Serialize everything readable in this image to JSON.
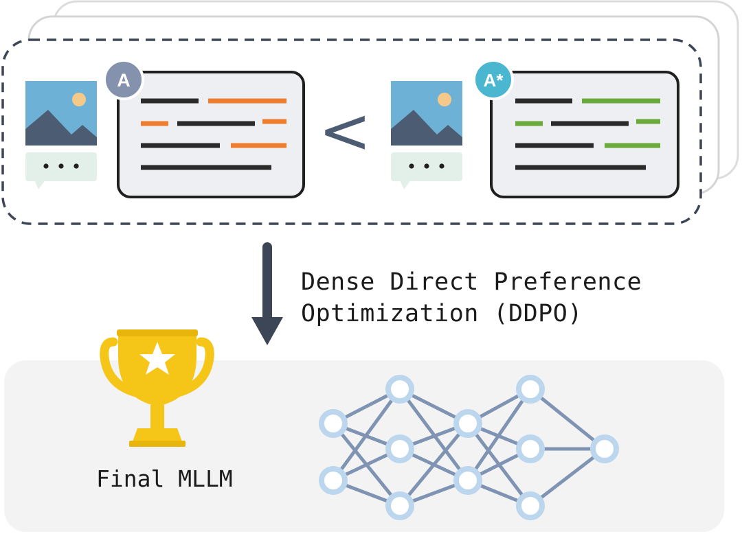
{
  "pair": {
    "rejected_badge": "A",
    "chosen_badge": "A*",
    "comparator": "<"
  },
  "process": {
    "line1": "Dense Direct Preference",
    "line2": "Optimization (DDPO)"
  },
  "model": {
    "label": "Final MLLM"
  },
  "colors": {
    "rejected_highlight": "#ef7d2e",
    "chosen_highlight": "#6aaa3a",
    "text_line": "#2a2a2a",
    "badge_rejected": "#8592ad",
    "badge_chosen": "#4bb6cf",
    "frame_dash": "#3d4657",
    "arrow": "#3d4657",
    "panel_bg": "#f3f3f3",
    "node": "#bcd6ee",
    "edge": "#7f94b3",
    "trophy": "#f5c518"
  }
}
